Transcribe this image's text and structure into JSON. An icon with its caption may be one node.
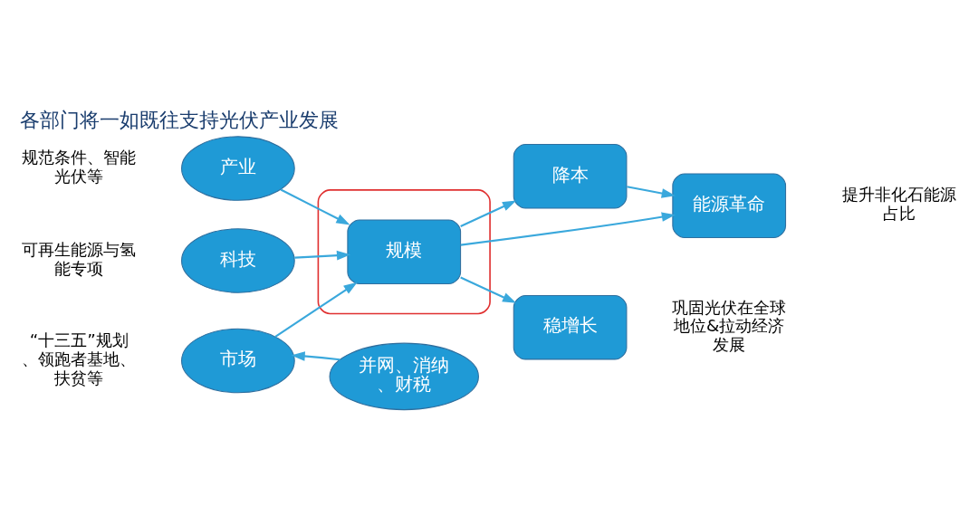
{
  "diagram": {
    "title": "各部门将一如既往支持光伏产业发展",
    "nodes": [
      {
        "text": [
          "市场"
        ],
        "beside": [
          "“十三五”规划、领跑者基地、扶贫等"
        ]
      },
      {
        "text": [
          "并网、消纳、财税"
        ]
      },
      {
        "text": [
          "产业"
        ],
        "beside": [
          "规范条件、智能光伏等"
        ]
      },
      {
        "text": [
          "科技"
        ],
        "beside": [
          "可再生能源与氢能专项"
        ]
      },
      {
        "text": [],
        "shape": "ellipse"
      },
      {
        "text": [
          "规模"
        ],
        "in": 4
      },
      {
        "text": [
          "降本"
        ]
      },
      {
        "text": [
          "稳增长"
        ],
        "beside": [
          "巩固光伏在全球地位&拉动经济发展"
        ]
      },
      {
        "text": [
          "能源革命"
        ],
        "beside": [
          "提升非化石能源占比"
        ]
      }
    ],
    "edges": [
      {
        "from": 1,
        "to": 0,
        "arrow": "to"
      },
      {
        "from": 0,
        "to": 5,
        "arrow": "to"
      },
      {
        "from": 2,
        "to": 5,
        "arrow": "to"
      },
      {
        "from": 3,
        "to": 5,
        "arrow": "to"
      },
      {
        "from": 5,
        "to": 7,
        "arrow": "to"
      },
      {
        "from": 5,
        "to": 8,
        "arrow": "to"
      },
      {
        "from": 5,
        "to": 6,
        "arrow": "to"
      },
      {
        "from": 6,
        "to": 8,
        "arrow": "to"
      }
    ]
  }
}
